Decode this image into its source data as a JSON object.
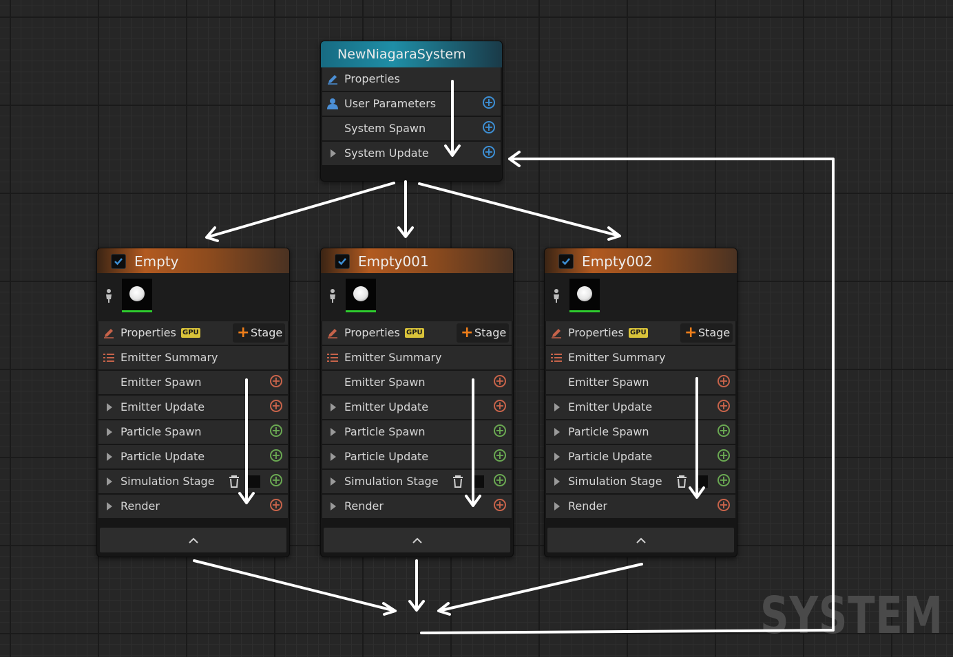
{
  "system": {
    "title": "NewNiagaraSystem",
    "rows": [
      {
        "label": "Properties"
      },
      {
        "label": "User Parameters"
      },
      {
        "label": "System Spawn"
      },
      {
        "label": "System Update"
      }
    ]
  },
  "emitters": [
    {
      "title": "Empty"
    },
    {
      "title": "Empty001"
    },
    {
      "title": "Empty002"
    }
  ],
  "emitter_common": {
    "properties_label": "Properties",
    "gpu_badge": "GPU",
    "stage_button_label": "Stage",
    "summary_label": "Emitter Summary",
    "rows": [
      {
        "label": "Emitter Spawn"
      },
      {
        "label": "Emitter Update"
      },
      {
        "label": "Particle Spawn"
      },
      {
        "label": "Particle Update"
      },
      {
        "label": "Simulation Stage"
      },
      {
        "label": "Render"
      }
    ]
  },
  "watermark": "SYSTEM",
  "colors": {
    "system_header": "#1f8ea6",
    "emitter_header": "#b25a20",
    "plus_system": "#3d8fd4",
    "plus_emitter": "#c7634a",
    "plus_particle": "#6aa852",
    "stage_plus": "#f07f1a",
    "thumb_underline": "#2ecc2e"
  }
}
